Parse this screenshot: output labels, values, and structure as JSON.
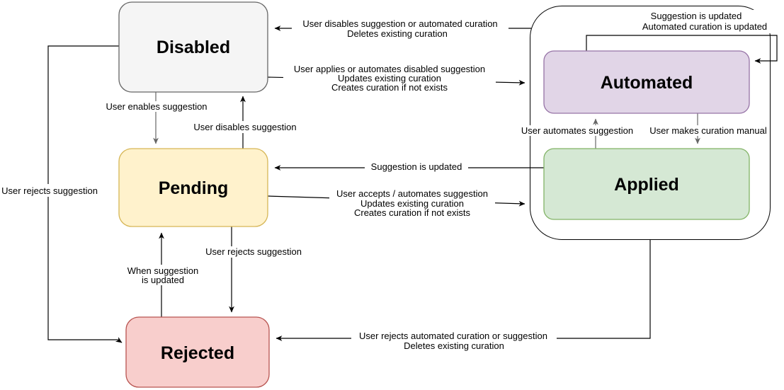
{
  "diagram": {
    "states": {
      "disabled": {
        "label": "Disabled"
      },
      "pending": {
        "label": "Pending"
      },
      "rejected": {
        "label": "Rejected"
      },
      "automated": {
        "label": "Automated"
      },
      "applied": {
        "label": "Applied"
      }
    },
    "edges": {
      "disabled_to_pending": {
        "label": "User enables suggestion"
      },
      "pending_to_disabled": {
        "label": "User disables suggestion"
      },
      "group_to_disabled": {
        "line1": "User disables suggestion or automated curation",
        "line2": "Deletes existing curation"
      },
      "disabled_to_group": {
        "line1": "User applies or automates disabled suggestion",
        "line2": "Updates existing curation",
        "line3": "Creates curation if not exists"
      },
      "automated_self_loop": {
        "line1": "Suggestion is updated",
        "line2": "Automated curation is updated"
      },
      "applied_to_automated": {
        "label": "User automates suggestion"
      },
      "automated_to_applied": {
        "label": "User makes curation manual"
      },
      "applied_to_pending": {
        "label": "Suggestion is updated"
      },
      "pending_to_group": {
        "line1": "User accepts / automates suggestion",
        "line2": "Updates existing curation",
        "line3": "Creates curation if not exists"
      },
      "pending_to_rejected": {
        "label": "User rejects suggestion"
      },
      "rejected_to_pending": {
        "line1": "When suggestion",
        "line2": "is updated"
      },
      "disabled_to_rejected": {
        "label": "User rejects suggestion"
      },
      "group_to_rejected": {
        "line1": "User rejects automated curation or suggestion",
        "line2": "Deletes existing curation"
      }
    },
    "colors": {
      "disabled_fill": "#f5f5f5",
      "disabled_stroke": "#666666",
      "disabled_text": "#333333",
      "pending_fill": "#fff2cc",
      "pending_stroke": "#d6b656",
      "rejected_fill": "#f8cecc",
      "rejected_stroke": "#b85450",
      "automated_fill": "#e1d5e7",
      "automated_stroke": "#9673a6",
      "applied_fill": "#d5e8d4",
      "applied_stroke": "#82b366",
      "edge_black": "#000000",
      "edge_gray": "#666666",
      "group_stroke": "#000000"
    }
  }
}
